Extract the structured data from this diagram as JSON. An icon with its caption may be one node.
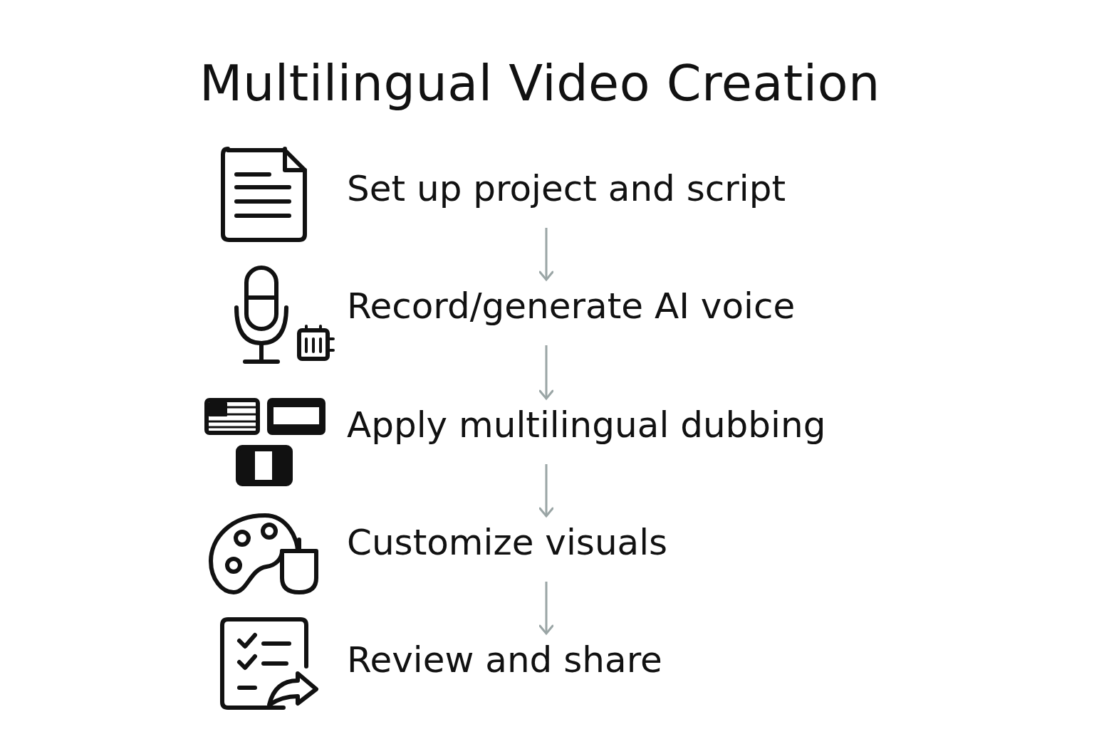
{
  "diagram": {
    "title": "Multilingual Video Creation",
    "nodes": [
      {
        "text": [
          "Set up project and script"
        ]
      },
      {
        "text": [
          "Record/generate AI voice"
        ]
      },
      {
        "text": [
          "Apply multilingual dubbing"
        ]
      },
      {
        "text": [
          "Customize visuals"
        ]
      },
      {
        "text": [
          "Review and share"
        ]
      }
    ],
    "edges": [
      {
        "from": 0,
        "to": 1,
        "arrow": "to"
      },
      {
        "from": 1,
        "to": 2,
        "arrow": "to"
      },
      {
        "from": 2,
        "to": 3,
        "arrow": "to"
      },
      {
        "from": 3,
        "to": 4,
        "arrow": "to"
      }
    ]
  }
}
